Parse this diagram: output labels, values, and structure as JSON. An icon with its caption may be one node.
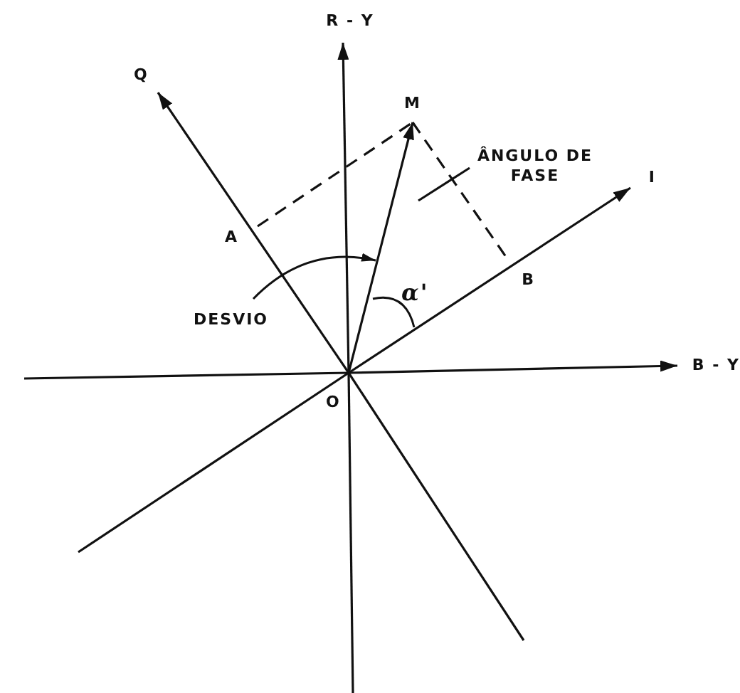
{
  "diagram": {
    "nodes": [
      {
        "text": [
          "O"
        ]
      },
      {
        "text": [
          "R - Y"
        ]
      },
      {
        "text": [
          "B - Y"
        ]
      },
      {
        "text": [
          "I"
        ]
      },
      {
        "text": [
          "Q"
        ]
      },
      {
        "text": [
          "M"
        ]
      },
      {
        "text": [
          "A"
        ]
      },
      {
        "text": [
          "B"
        ]
      },
      {
        "text": [
          "ÂNGULO DE FASE"
        ]
      }
    ],
    "edges": [
      {
        "from": 0,
        "to": 1,
        "arrow": "to"
      },
      {
        "from": 0,
        "to": 2,
        "arrow": "to"
      },
      {
        "from": 0,
        "to": 3,
        "arrow": "to"
      },
      {
        "from": 0,
        "to": 4,
        "arrow": "to"
      },
      {
        "from": 0,
        "to": 5,
        "arrow": "to"
      },
      {
        "from": 6,
        "to": 5,
        "arrow": "none",
        "style": "dashed"
      },
      {
        "from": 5,
        "to": 7,
        "arrow": "none",
        "style": "dashed"
      },
      {
        "from": 8,
        "to": null,
        "arrow": "none"
      }
    ],
    "labels": [
      "DESVIO",
      "α'"
    ]
  }
}
